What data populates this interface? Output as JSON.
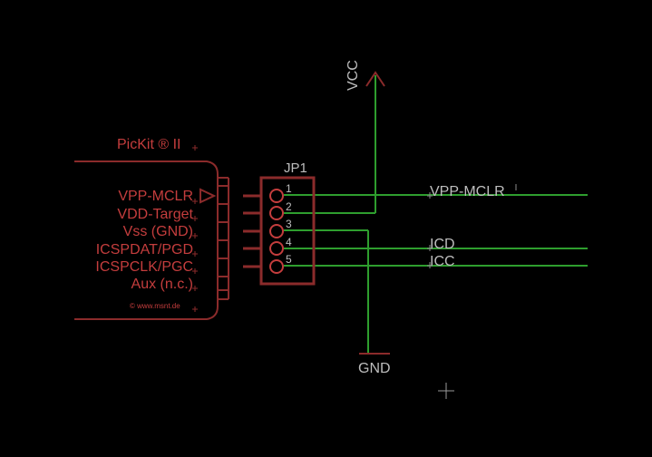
{
  "connector": {
    "title": "PicKit ® II",
    "pins": [
      "VPP-MCLR",
      "VDD-Target",
      "Vss (GND)",
      "ICSPDAT/PGD",
      "ICSPCLK/PGC",
      "Aux (n.c.)"
    ],
    "credit": "© www.msnt.de"
  },
  "header": {
    "name": "JP1",
    "pin_numbers": [
      "1",
      "2",
      "3",
      "4",
      "5"
    ]
  },
  "supply": {
    "vcc_label": "VCC",
    "gnd_label": "GND"
  },
  "nets": {
    "vpp_mclr": "VPP-MCLR",
    "icd": "ICD",
    "icc": "ICC"
  },
  "colors": {
    "background": "#000000",
    "component": "#8b2b2b",
    "component_text": "#c43d3d",
    "wire": "#2e9e2e",
    "net_label": "#bdbdbd"
  }
}
